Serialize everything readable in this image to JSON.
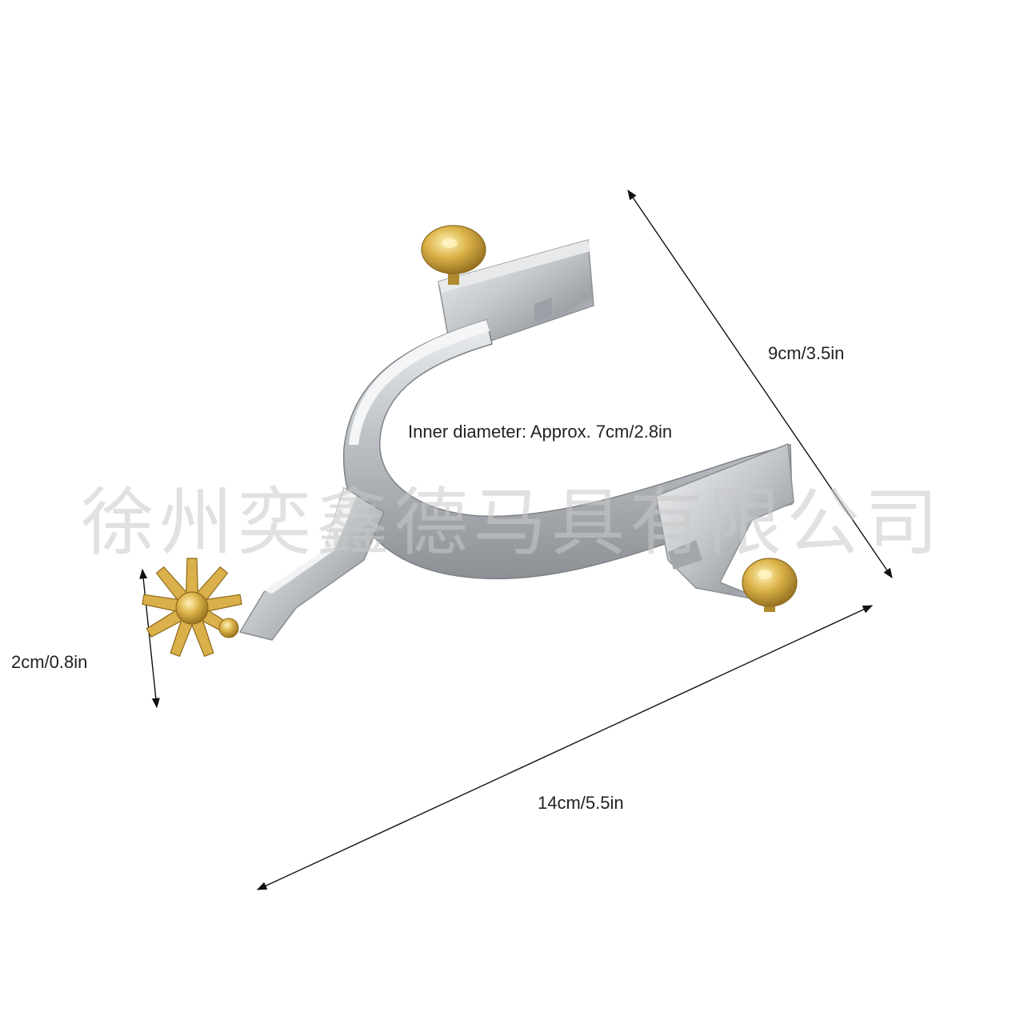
{
  "dimensions": {
    "height": "9cm/3.5in",
    "inner_diameter": "Inner diameter: Approx. 7cm/2.8in",
    "rowel": "2cm/0.8in",
    "width": "14cm/5.5in"
  },
  "watermark": "徐州奕鑫德马具有限公司",
  "colors": {
    "background": "#ffffff",
    "steel": "#c9ccd0",
    "brass": "#d4a93a",
    "text": "#222222"
  }
}
